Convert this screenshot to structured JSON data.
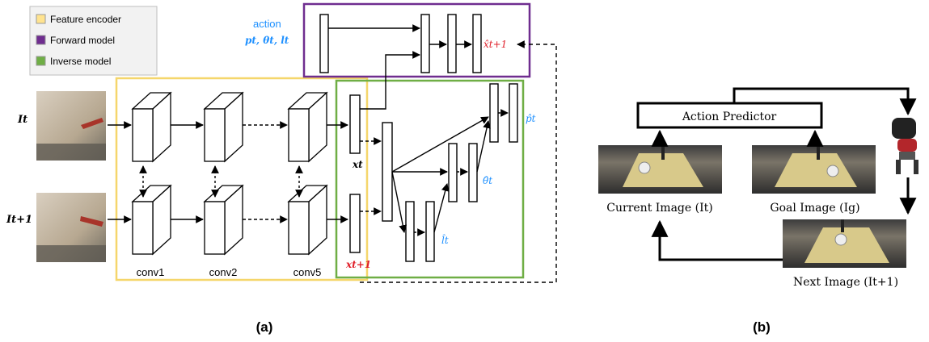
{
  "legend": {
    "items": [
      {
        "label": "Feature encoder",
        "color": "#ffe38f"
      },
      {
        "label": "Forward model",
        "color": "#6f2d8f"
      },
      {
        "label": "Inverse model",
        "color": "#6fae45"
      }
    ]
  },
  "panel_a": {
    "action_label": "action",
    "action_vars": "pt, θt, lt",
    "input_t": "It",
    "input_t1": "It+1",
    "conv_labels": [
      "conv1",
      "conv2",
      "conv5"
    ],
    "feat_t": "xt",
    "feat_t1": "xt+1",
    "pred_x": "x̂t+1",
    "pred_p": "p̂t",
    "pred_theta": "θ̂t",
    "pred_l": "l̂t",
    "caption": "(a)"
  },
  "panel_b": {
    "action_predictor": "Action Predictor",
    "current_image": "Current Image (It)",
    "goal_image": "Goal Image (Ig)",
    "next_image": "Next Image (It+1)",
    "caption": "(b)"
  },
  "colors": {
    "encoder_box": "#f5d66b",
    "forward_box": "#6f2d8f",
    "inverse_box": "#6fae45",
    "blue_text": "#1e90ff",
    "red_text": "#e0202a"
  }
}
